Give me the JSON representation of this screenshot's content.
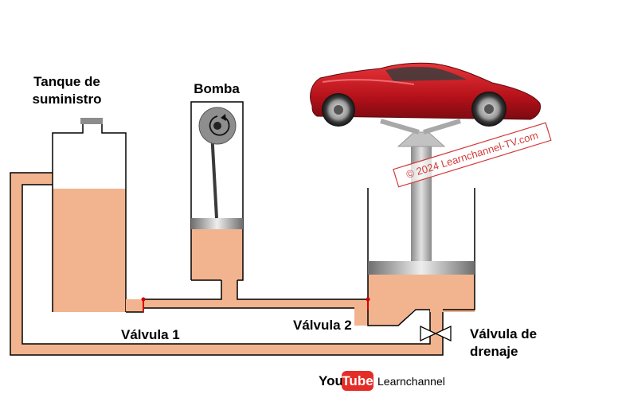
{
  "labels": {
    "tank": [
      "Tanque de",
      "suministro"
    ],
    "pump": "Bomba",
    "valve1": "Válvula 1",
    "valve2": "Válvula 2",
    "drain_valve": [
      "Válvula de",
      "drenaje"
    ]
  },
  "watermark": "© 2024 Learnchannel-TV.com",
  "footer": {
    "you": "You",
    "tube": "Tube",
    "channel": "Learnchannel"
  },
  "colors": {
    "fluid": "#f2b48e",
    "outline": "#000000",
    "piston": "#9c9c9c",
    "car": "#c0141c",
    "youtube_red": "#e52d27",
    "valve_red": "#d40000"
  }
}
